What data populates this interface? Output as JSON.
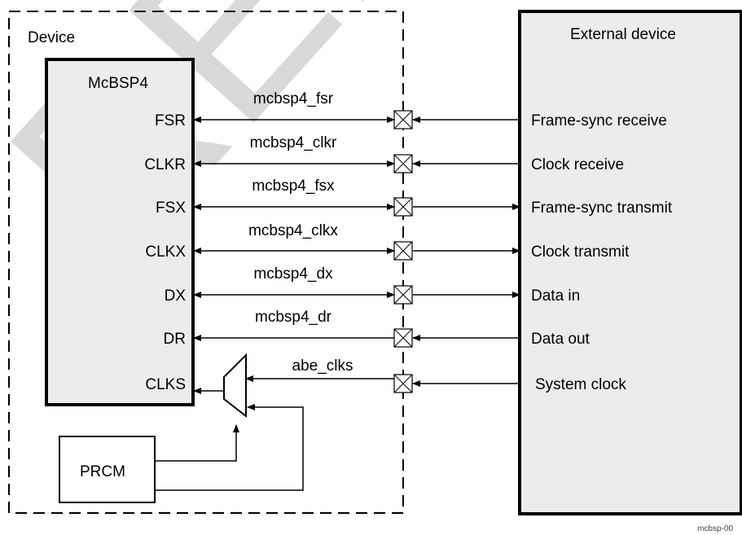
{
  "device_label": "Device",
  "mcbsp_title": "McBSP4",
  "external_title": "External device",
  "prcm_label": "PRCM",
  "figure_id": "mcbsp-00",
  "watermark_text": "REL",
  "colors": {
    "block_fill": "#ececec",
    "watermark": "#d9d9d9",
    "line": "#000000"
  },
  "signals": [
    {
      "pin": "FSR",
      "net": "mcbsp4_fsr",
      "ext": "Frame-sync receive",
      "direction": "in"
    },
    {
      "pin": "CLKR",
      "net": "mcbsp4_clkr",
      "ext": "Clock receive",
      "direction": "in"
    },
    {
      "pin": "FSX",
      "net": "mcbsp4_fsx",
      "ext": "Frame-sync transmit",
      "direction": "out"
    },
    {
      "pin": "CLKX",
      "net": "mcbsp4_clkx",
      "ext": "Clock transmit",
      "direction": "out"
    },
    {
      "pin": "DX",
      "net": "mcbsp4_dx",
      "ext": "Data in",
      "direction": "out"
    },
    {
      "pin": "DR",
      "net": "mcbsp4_dr",
      "ext": "Data out",
      "direction": "in"
    },
    {
      "pin": "CLKS",
      "net": "abe_clks",
      "ext": "System clock",
      "direction": "in"
    }
  ]
}
